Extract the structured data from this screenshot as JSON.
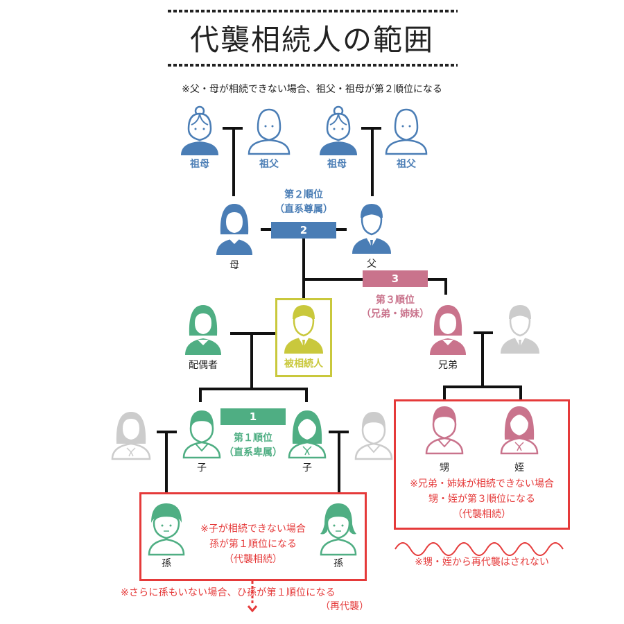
{
  "header": {
    "title": "代襲相続人の範囲",
    "note": "※父・母が相続できない場合、祖父・祖母が第２順位になる"
  },
  "colors": {
    "blue": "#4a7db5",
    "pink": "#c9738c",
    "green": "#4fae83",
    "olive": "#c9c83c",
    "gray": "#cccccc",
    "red": "#e53a3a",
    "line": "#111111"
  },
  "grandparents": [
    {
      "label": "祖母",
      "icon": "grandmother-icon"
    },
    {
      "label": "祖父",
      "icon": "grandfather-icon"
    },
    {
      "label": "祖母",
      "icon": "grandmother-icon"
    },
    {
      "label": "祖父",
      "icon": "grandfather-icon"
    }
  ],
  "parents": {
    "mother": "母",
    "father": "父"
  },
  "rank2": {
    "number": "2",
    "title": "第２順位",
    "subtitle": "（直系尊属）"
  },
  "rank3": {
    "number": "3",
    "title": "第３順位",
    "subtitle": "（兄弟・姉妹）"
  },
  "rank1": {
    "number": "1",
    "title": "第１順位",
    "subtitle": "（直系卑属）"
  },
  "center": {
    "spouse": "配偶者",
    "decedent": "被相続人",
    "sibling": "兄弟"
  },
  "children": {
    "child1": "子",
    "child2": "子"
  },
  "niece_nephew_box": {
    "nephew": "甥",
    "niece": "姪",
    "lines": [
      "※兄弟・姉妹が相続できない場合",
      "甥・姪が第３順位になる",
      "（代襲相続）"
    ],
    "bottom_note": "※甥・姪から再代襲はされない"
  },
  "grandchildren_box": {
    "grandchild1": "孫",
    "grandchild2": "孫",
    "lines": [
      "※子が相続できない場合",
      "孫が第１順位になる",
      "（代襲相続）"
    ]
  },
  "footer": {
    "note1": "※さらに孫もいない場合、ひ孫が第１順位になる",
    "note2": "（再代襲）"
  }
}
